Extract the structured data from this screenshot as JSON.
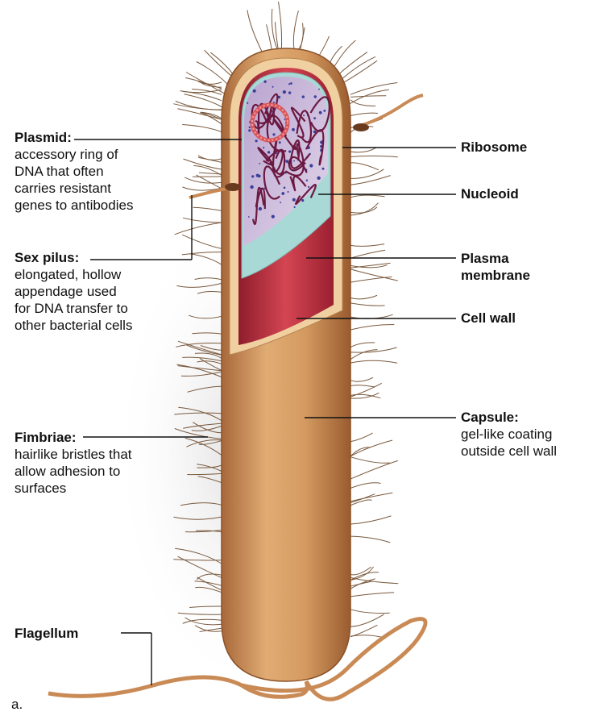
{
  "labels": {
    "plasmid": {
      "title": "Plasmid:",
      "desc": "accessory ring of\nDNA that often\ncarries resistant\ngenes to antibodies"
    },
    "sex_pilus": {
      "title": "Sex pilus:",
      "desc": "elongated, hollow\nappendage used\nfor DNA transfer to\nother bacterial cells"
    },
    "fimbriae": {
      "title": "Fimbriae:",
      "desc": "hairlike bristles that\nallow adhesion to\nsurfaces"
    },
    "flagellum": {
      "title": "Flagellum"
    },
    "ribosome": {
      "title": "Ribosome"
    },
    "nucleoid": {
      "title": "Nucleoid"
    },
    "plasma_membrane": {
      "title": "Plasma\nmembrane"
    },
    "cell_wall": {
      "title": "Cell wall"
    },
    "capsule": {
      "title": "Capsule:",
      "desc": "gel-like coating\noutside cell wall"
    }
  },
  "panel_label": "a.",
  "colors": {
    "capsule": "#c8894e",
    "capsule_light": "#e2b27c",
    "cell_wall": "#b8293a",
    "plasma_membrane": "#a9d9d6",
    "cytoplasm": "#c9b6d8",
    "nucleoid": "#6b1840",
    "plasmid": "#d9565a",
    "ribosome": "#3a3f9a",
    "fimbriae": "#7a5a3f",
    "leader_line": "#111111"
  }
}
